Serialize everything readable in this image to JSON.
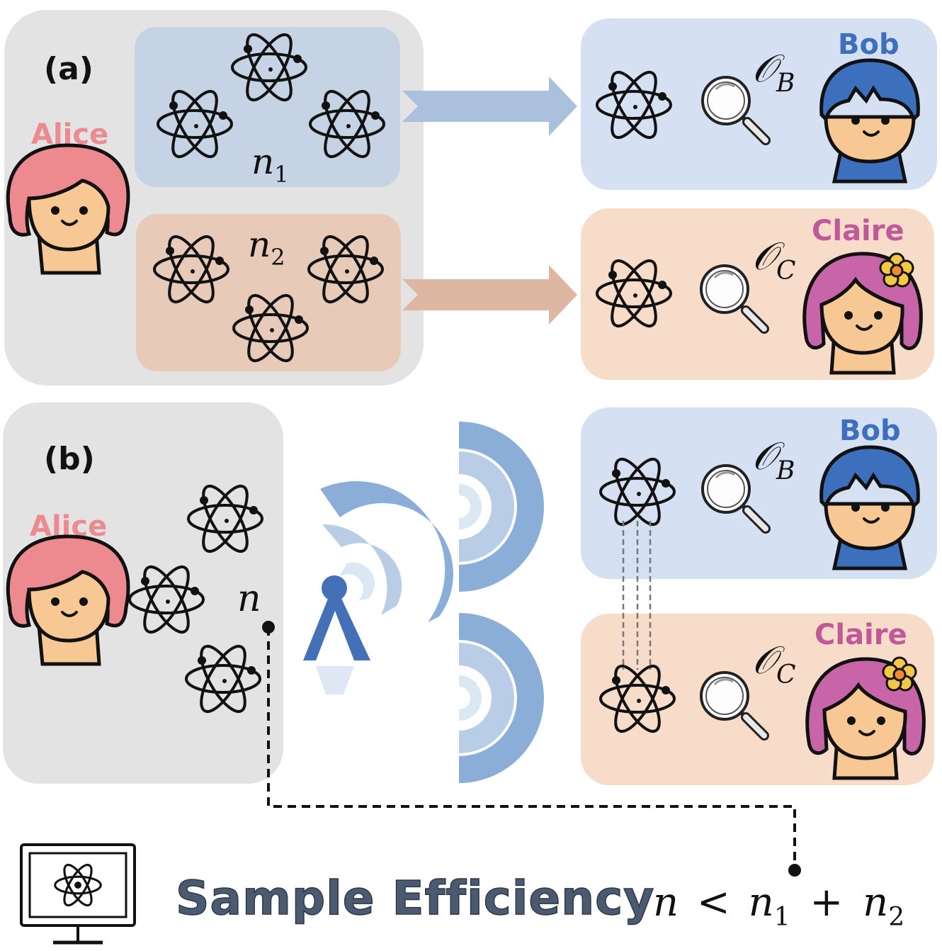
{
  "panels": {
    "a": {
      "label": "(a)"
    },
    "b": {
      "label": "(b)"
    }
  },
  "people": {
    "alice": {
      "name": "Alice",
      "color": "#ec8a8f"
    },
    "bob": {
      "name": "Bob",
      "color": "#3d6fbf"
    },
    "claire": {
      "name": "Claire",
      "color": "#c1589a"
    }
  },
  "math": {
    "n1": {
      "base": "n",
      "sub": "1"
    },
    "n2": {
      "base": "n",
      "sub": "2"
    },
    "n": {
      "base": "n"
    },
    "ob": {
      "base": "𝒪",
      "sub": "B"
    },
    "oc": {
      "base": "𝒪",
      "sub": "C"
    },
    "inequality": {
      "n": "n",
      "lt": "<",
      "n1": "n",
      "s1": "1",
      "plus": "+",
      "n2": "n",
      "s2": "2"
    }
  },
  "footer": {
    "title": "Sample Efficiency"
  },
  "colors": {
    "panel_gray": "#e3e3e3",
    "blue_box": "#c5d3e4",
    "blue_card": "#d5e1f2",
    "orange_box": "#e8cab9",
    "orange_card": "#f6dcc9",
    "blue_arrow": "#aac0dc",
    "orange_arrow": "#ddb7a2",
    "wave": "#8aaed8",
    "antenna": "#4470b8"
  },
  "icons": [
    "atom-icon",
    "magnifier-icon",
    "person-icon",
    "antenna-icon",
    "wave-icon",
    "computer-icon",
    "flower-icon"
  ]
}
